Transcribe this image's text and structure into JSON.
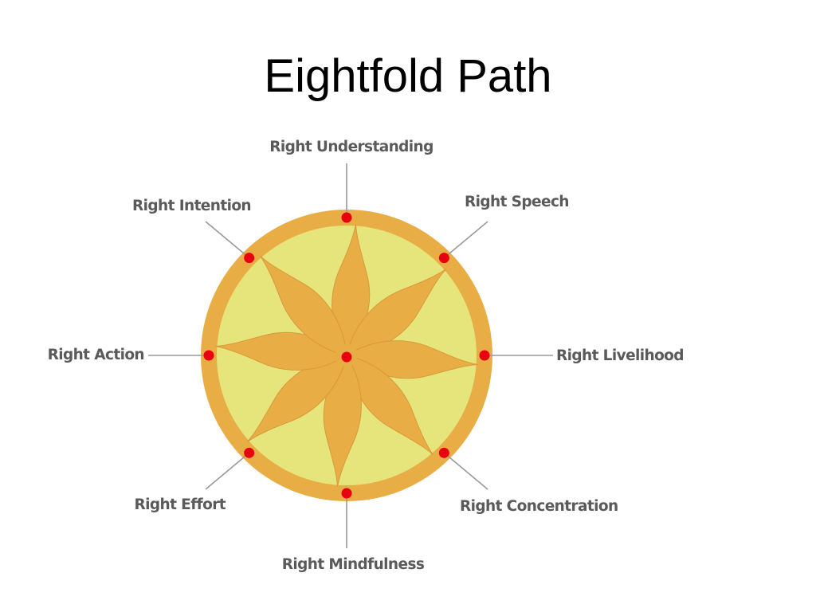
{
  "slide": {
    "title": "Eightfold Path"
  },
  "diagram": {
    "colors": {
      "outer_ring": "#E8AE45",
      "inner_disc": "#E6E57B",
      "petal": "#E8AE45",
      "petal_edge": "#D8993A",
      "node_dot": "#E8000F",
      "leader_line": "#9A9A9A",
      "label_text": "#5A5A5A"
    },
    "center_icon": "dharma-wheel-flower-icon",
    "labels": {
      "right_understanding": "Right Understanding",
      "right_speech": "Right Speech",
      "right_livelihood": "Right Livelihood",
      "right_concentration": "Right Concentration",
      "right_mindfulness": "Right Mindfulness",
      "right_effort": "Right Effort",
      "right_action": "Right Action",
      "right_intention": "Right Intention"
    }
  }
}
